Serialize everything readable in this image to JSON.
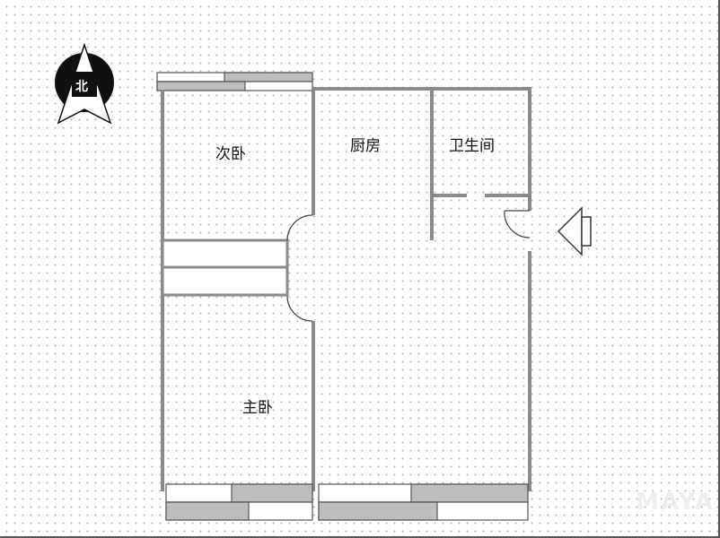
{
  "compass": {
    "label": "北"
  },
  "rooms": {
    "secondary_bedroom": "次卧",
    "kitchen": "厨房",
    "bathroom": "卫生间",
    "master_bedroom": "主卧"
  },
  "watermark": "MAYA",
  "colors": {
    "wall": "#8a8a8a",
    "window_fill": "#bdbdbd",
    "line": "#444444"
  }
}
